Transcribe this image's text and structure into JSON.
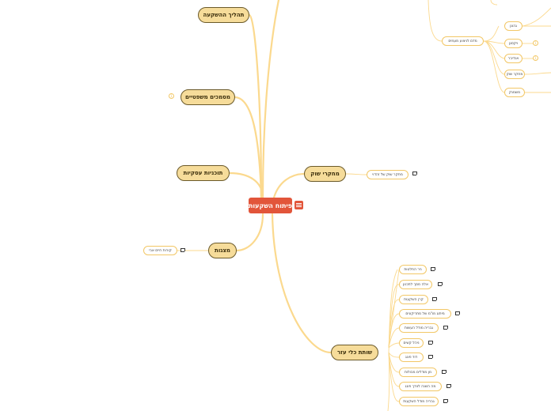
{
  "root": {
    "label": "פיתוח השקעות"
  },
  "left_nodes": [
    {
      "label": "תהליך ההשקעה"
    },
    {
      "label": "מסמכים משפטיים"
    },
    {
      "label": "תוכניות עסקיות"
    },
    {
      "label": "מצגות"
    }
  ],
  "mechkarei_shuk": {
    "label": "מחקרי שוק",
    "child": "מחקר שוק של זהדוי"
  },
  "matzgot_child": "קורות חיים אבי",
  "shutfut": {
    "label": "שותת כלי עזר",
    "items": [
      "ניר החלטות",
      "אלה מסך לתכנון",
      "קרן השקעות",
      "מיתוג מו\"מ של מתריקונים",
      "גבריה מודל העשות",
      "ניהל קשים",
      "דוד פונג",
      "מן מודלים מבולות",
      "מה השנה לוודך פונג",
      "גבריה מודל השקעות"
    ]
  },
  "top_right": {
    "hub": "מדם לניצוע מעמים",
    "items": [
      "גהונן",
      "ויקסגן",
      "אנדיבר",
      "מחקר שוק",
      "משמנק"
    ]
  },
  "colors": {
    "root": "#e2553a",
    "edge": "#fbd98e",
    "main_fill": "#f6dc9a",
    "sub_border": "#f2c766"
  }
}
